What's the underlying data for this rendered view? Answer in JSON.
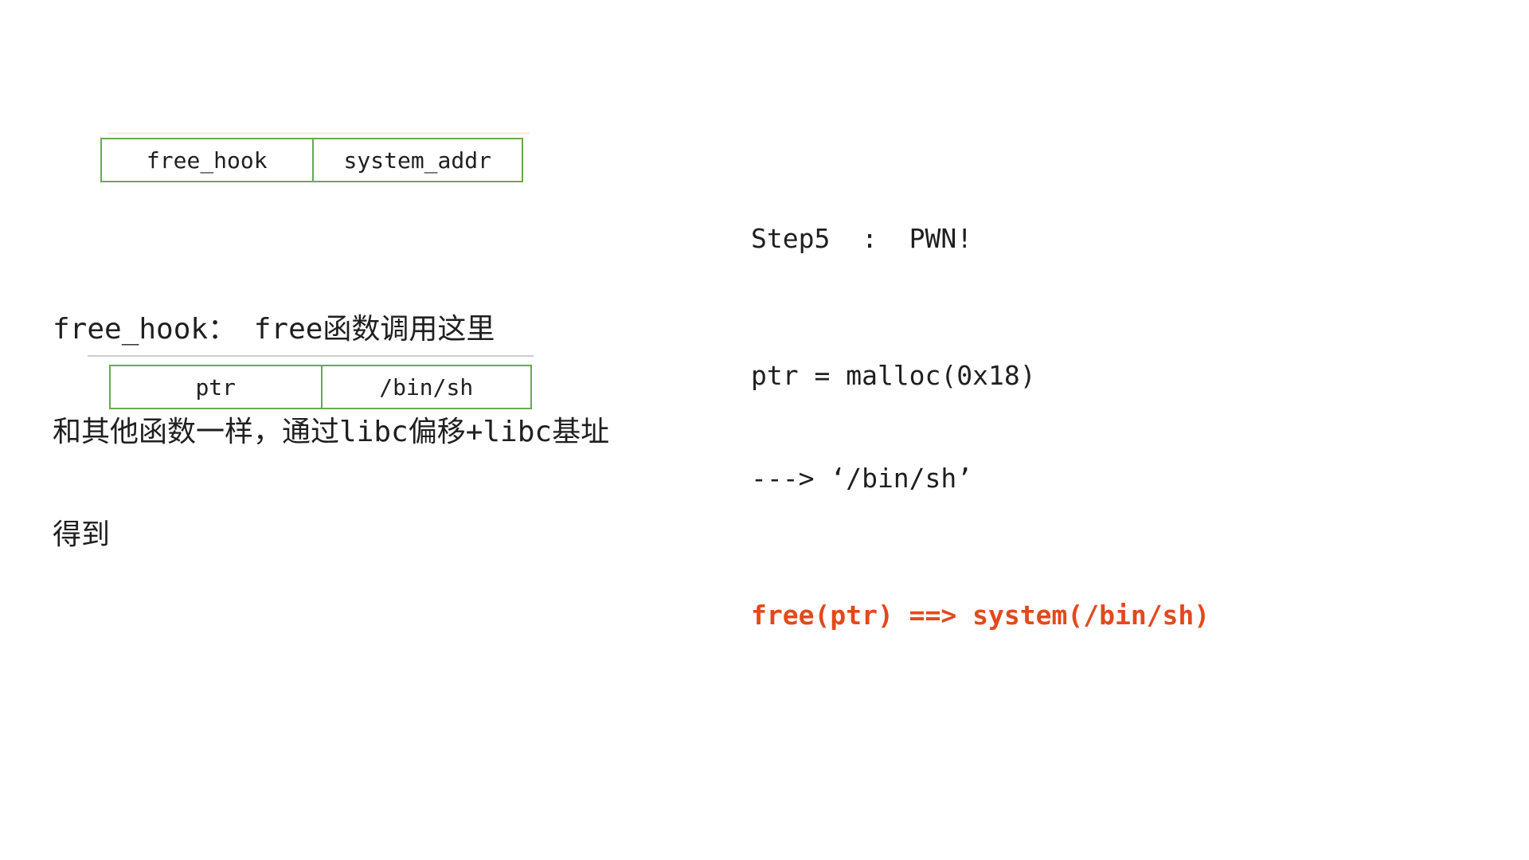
{
  "colors": {
    "background": "#ffffff",
    "table_border": "#6aa84f",
    "text": "#1f1f1f",
    "highlight_red": "#e2491c",
    "ghost_line": "#cccccc",
    "ghost_line_warm": "#f6f1e2"
  },
  "hook_table": {
    "cells": [
      "free_hook",
      "system_addr"
    ]
  },
  "note": {
    "lines": [
      "free_hook： free函数调用这里",
      "和其他函数一样，通过libc偏移+libc基址",
      "得到"
    ]
  },
  "ptr_table": {
    "cells": [
      "ptr",
      "/bin/sh"
    ]
  },
  "pwn_steps": {
    "title": "Step5  :  PWN!",
    "code_lines": [
      "ptr = malloc(0x18)",
      "---> ‘/bin/sh’"
    ],
    "result": "free(ptr) ==> system(/bin/sh)"
  }
}
